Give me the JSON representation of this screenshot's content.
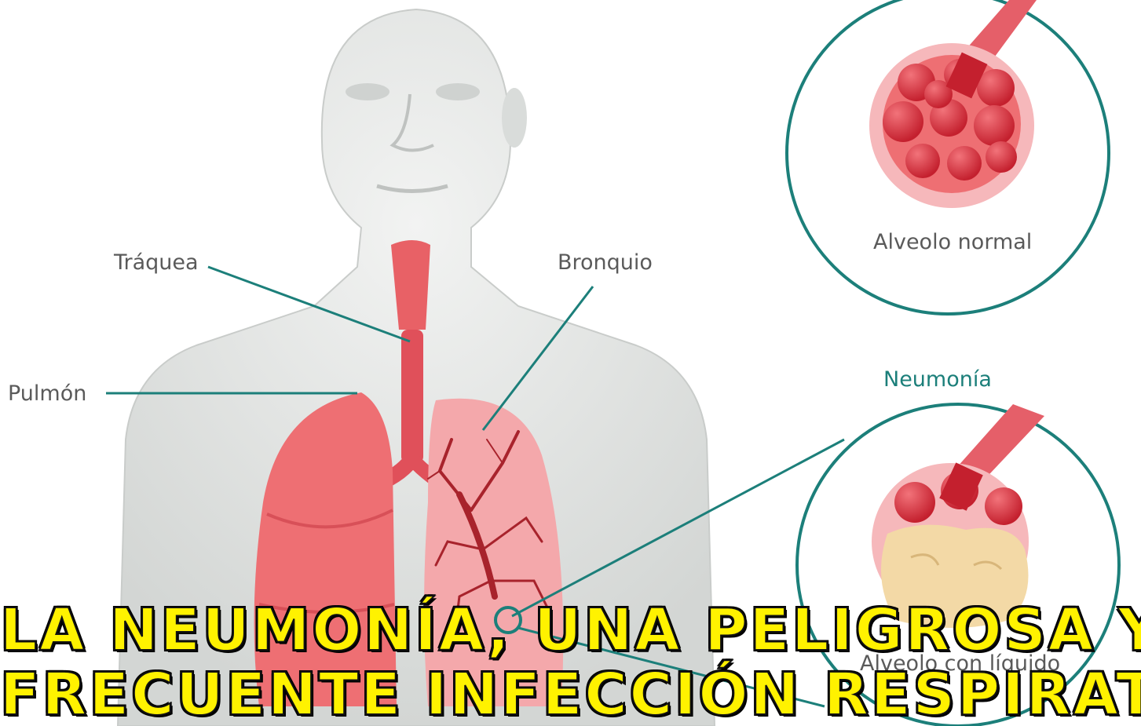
{
  "labels": {
    "traquea": "Tráquea",
    "bronquio": "Bronquio",
    "pulmon": "Pulmón",
    "alveolo_normal": "Alveolo normal",
    "neumonia": "Neumonía",
    "alveolo_liquido": "Alveolo con líquido"
  },
  "headline": {
    "line1": "LA NEUMONÍA, UNA PELIGROSA Y",
    "line2": "FRECUENTE INFECCIÓN RESPIRATORIA"
  },
  "colors": {
    "skin": "#e4e6e4",
    "lung": "#ee6f73",
    "lung_dark": "#dc4f56",
    "trachea": "#e0505a",
    "alveolus": "#d2303c",
    "fluid": "#f3d9a6",
    "teal_line": "#1c7f7a",
    "headline_fill": "#fff200"
  }
}
